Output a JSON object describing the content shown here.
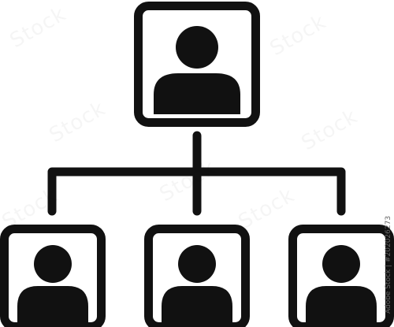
{
  "diagram": {
    "type": "org-chart",
    "nodes": [
      {
        "id": "top-person",
        "level": 0,
        "icon": "person-icon"
      },
      {
        "id": "child-left",
        "level": 1,
        "icon": "person-icon"
      },
      {
        "id": "child-middle",
        "level": 1,
        "icon": "person-icon"
      },
      {
        "id": "child-right",
        "level": 1,
        "icon": "person-icon"
      }
    ],
    "edges": [
      {
        "from": "top-person",
        "to": "child-left"
      },
      {
        "from": "top-person",
        "to": "child-middle"
      },
      {
        "from": "top-person",
        "to": "child-right"
      }
    ],
    "colors": {
      "stroke": "#111111",
      "fill": "#111111",
      "background": "#ffffff"
    }
  },
  "watermark": {
    "text": "Stock"
  },
  "stock_id": "Adobe Stock | #202026273"
}
